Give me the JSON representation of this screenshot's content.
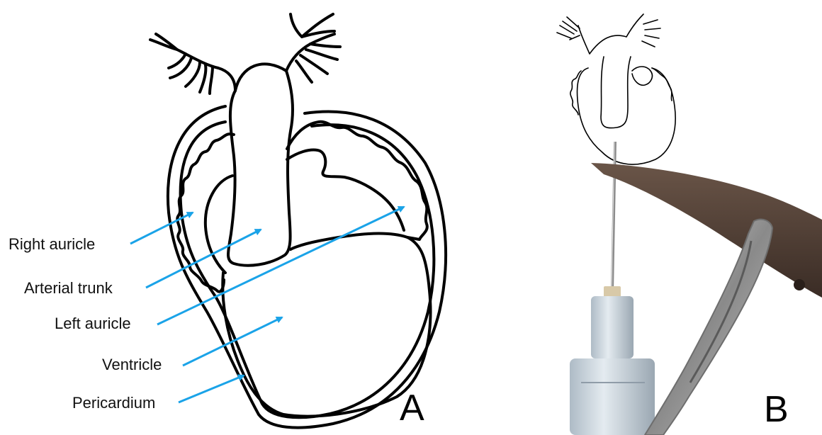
{
  "panel_a": {
    "letter": "A",
    "labels": {
      "right_auricle": "Right auricle",
      "arterial_trunk": "Arterial trunk",
      "left_auricle": "Left auricle",
      "ventricle": "Ventricle",
      "pericardium": "Pericardium"
    }
  },
  "panel_b": {
    "letter": "B"
  },
  "colors": {
    "arrow": "#1aa3e8",
    "outline": "#000000",
    "forceps": "#4a3a32",
    "clamp": "#9a9a9a",
    "syringe_hub": "#c9d3dc"
  },
  "icons": {
    "arrow": "arrow-icon"
  }
}
